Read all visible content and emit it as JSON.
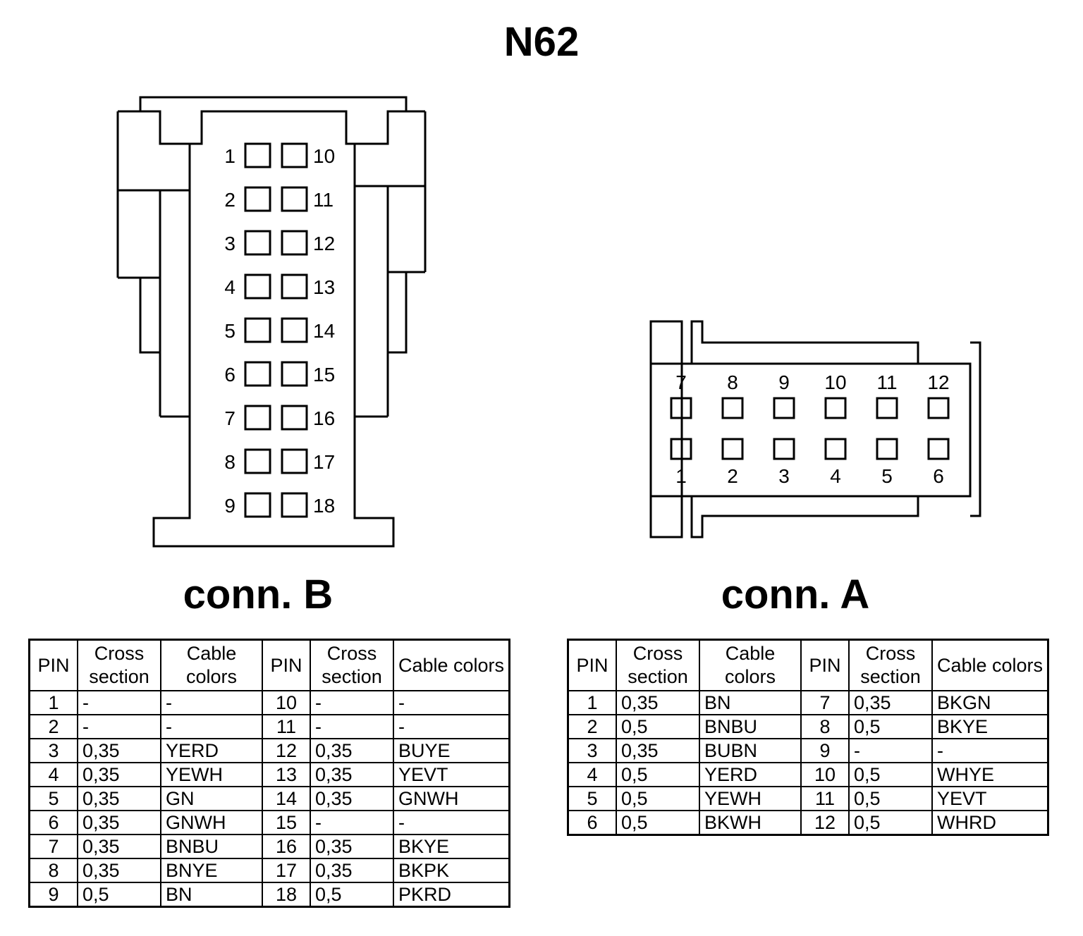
{
  "title": "N62",
  "conn_b": {
    "label": "conn. B",
    "left_pins": [
      "1",
      "2",
      "3",
      "4",
      "5",
      "6",
      "7",
      "8",
      "9"
    ],
    "right_pins": [
      "10",
      "11",
      "12",
      "13",
      "14",
      "15",
      "16",
      "17",
      "18"
    ],
    "table": {
      "headers": [
        "PIN",
        "Cross section",
        "Cable colors",
        "PIN",
        "Cross section",
        "Cable colors"
      ],
      "rows": [
        [
          "1",
          "-",
          "-",
          "10",
          "-",
          "-"
        ],
        [
          "2",
          "-",
          "-",
          "11",
          "-",
          "-"
        ],
        [
          "3",
          "0,35",
          "YERD",
          "12",
          "0,35",
          "BUYE"
        ],
        [
          "4",
          "0,35",
          "YEWH",
          "13",
          "0,35",
          "YEVT"
        ],
        [
          "5",
          "0,35",
          "GN",
          "14",
          "0,35",
          "GNWH"
        ],
        [
          "6",
          "0,35",
          "GNWH",
          "15",
          "-",
          "-"
        ],
        [
          "7",
          "0,35",
          "BNBU",
          "16",
          "0,35",
          "BKYE"
        ],
        [
          "8",
          "0,35",
          "BNYE",
          "17",
          "0,35",
          "BKPK"
        ],
        [
          "9",
          "0,5",
          "BN",
          "18",
          "0,5",
          "PKRD"
        ]
      ]
    }
  },
  "conn_a": {
    "label": "conn. A",
    "top_pins": [
      "7",
      "8",
      "9",
      "10",
      "11",
      "12"
    ],
    "bottom_pins": [
      "1",
      "2",
      "3",
      "4",
      "5",
      "6"
    ],
    "table": {
      "headers": [
        "PIN",
        "Cross section",
        "Cable colors",
        "PIN",
        "Cross section",
        "Cable colors"
      ],
      "rows": [
        [
          "1",
          "0,35",
          "BN",
          "7",
          "0,35",
          "BKGN"
        ],
        [
          "2",
          "0,5",
          "BNBU",
          "8",
          "0,5",
          "BKYE"
        ],
        [
          "3",
          "0,35",
          "BUBN",
          "9",
          "-",
          "-"
        ],
        [
          "4",
          "0,5",
          "YERD",
          "10",
          "0,5",
          "WHYE"
        ],
        [
          "5",
          "0,5",
          "YEWH",
          "11",
          "0,5",
          "YEVT"
        ],
        [
          "6",
          "0,5",
          "BKWH",
          "12",
          "0,5",
          "WHRD"
        ]
      ]
    }
  }
}
